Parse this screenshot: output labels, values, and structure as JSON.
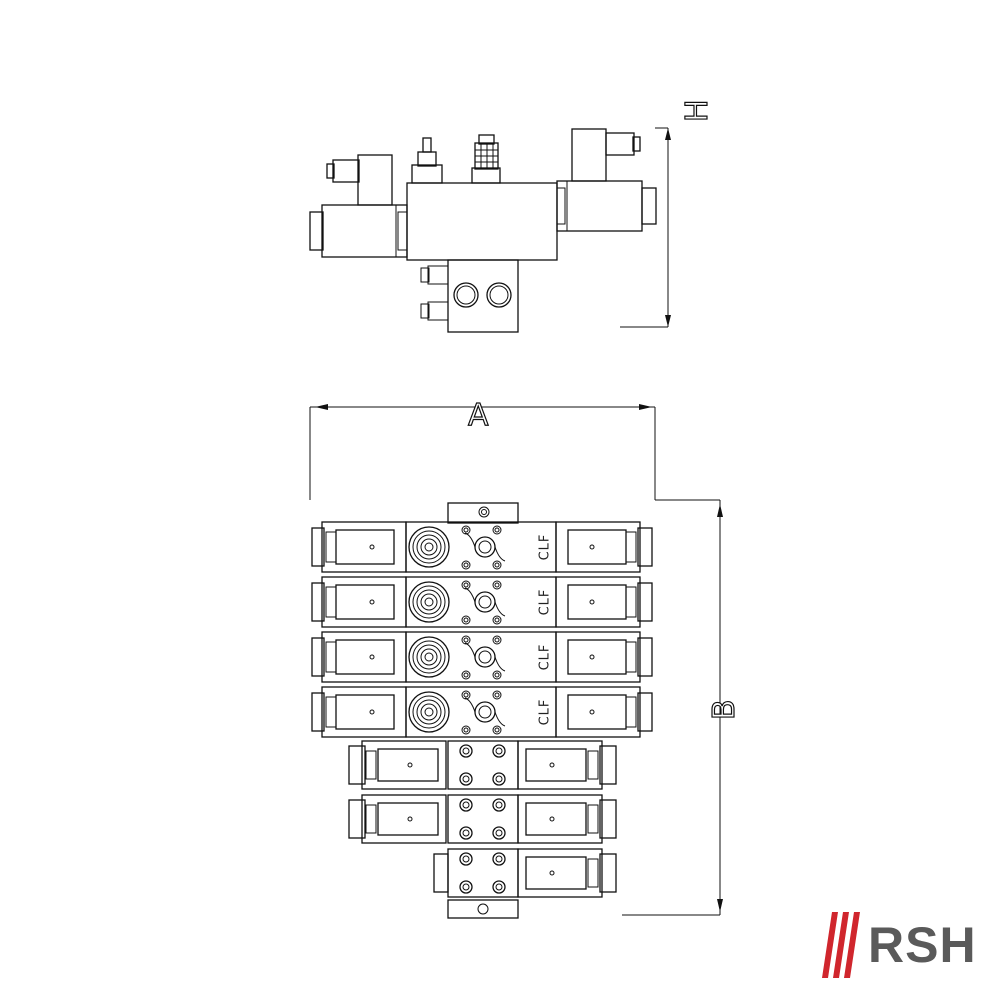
{
  "dimensions": {
    "label_a": "A",
    "label_b": "B",
    "label_h": "H"
  },
  "valve_plate_label": "CLF",
  "logo": {
    "text": "RSH",
    "accent_color": "#d0262d",
    "text_color": "#5a5a5a"
  },
  "counts": {
    "large_stations": 4,
    "small_stations": 3
  }
}
